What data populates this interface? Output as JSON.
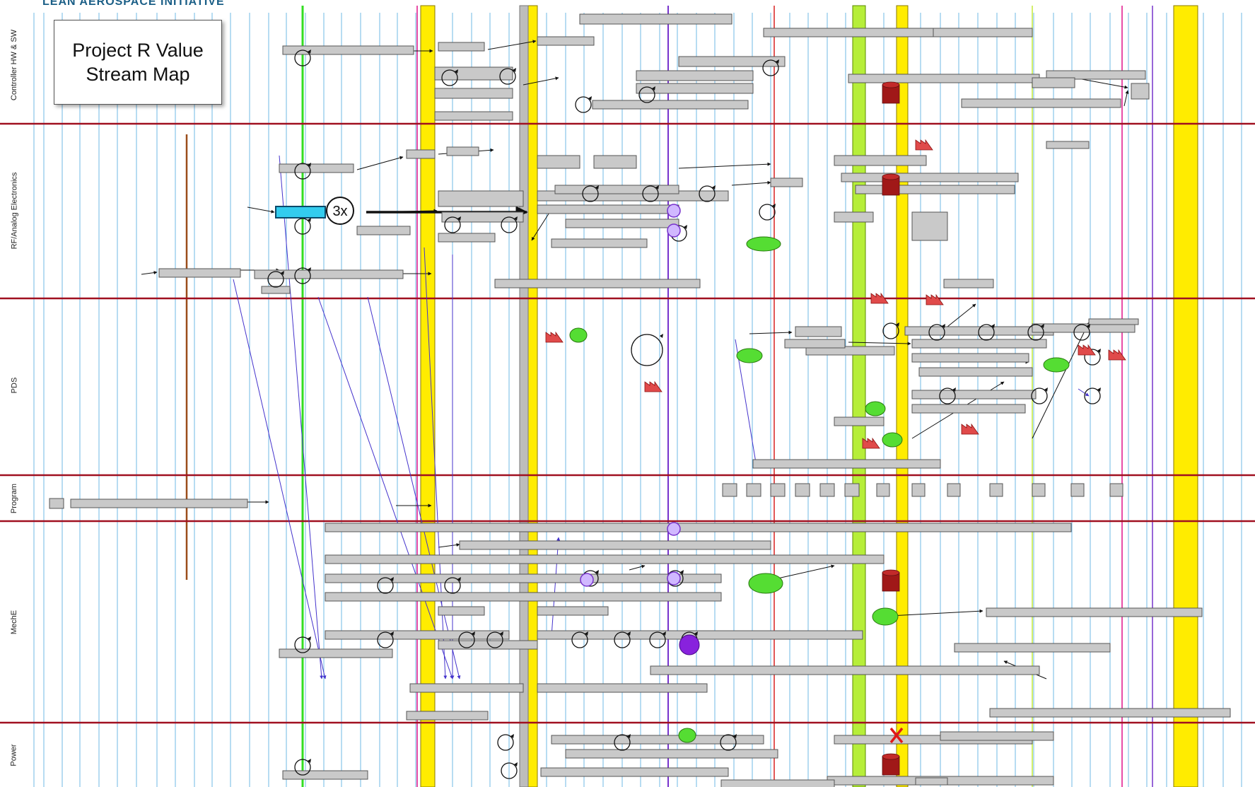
{
  "header": {
    "brand": "LEAN AEROSPACE INITIATIVE"
  },
  "title": {
    "line1": "Project R Value",
    "line2": "Stream Map"
  },
  "lanes": [
    {
      "label": "Controller HW & SW"
    },
    {
      "label": "RF/Analog Electronics"
    },
    {
      "label": "PDS"
    },
    {
      "label": "Program"
    },
    {
      "label": "MechE"
    },
    {
      "label": "Power"
    }
  ],
  "callout": {
    "label": "3x"
  },
  "colors": {
    "lane_divider": "#a01020",
    "timeline_grid": "#6fb8e6",
    "milestone_yellow": "#ffec00",
    "milestone_green": "#b6ee39",
    "task_box": "#c9c9c9",
    "task_border": "#555555",
    "tracer_green": "#33dd22",
    "tracer_purple": "#7733cc",
    "tracer_magenta": "#e0138a",
    "tracer_brown": "#9a4d1a",
    "tracer_red": "#d82020",
    "highlight_cyan": "#33ccee",
    "factory_red": "#e04a4a",
    "db_red": "#a01818"
  },
  "icons": [
    "rework-loop-icon",
    "factory-icon",
    "database-icon",
    "stop-x-icon",
    "ellipse-note-icon"
  ]
}
